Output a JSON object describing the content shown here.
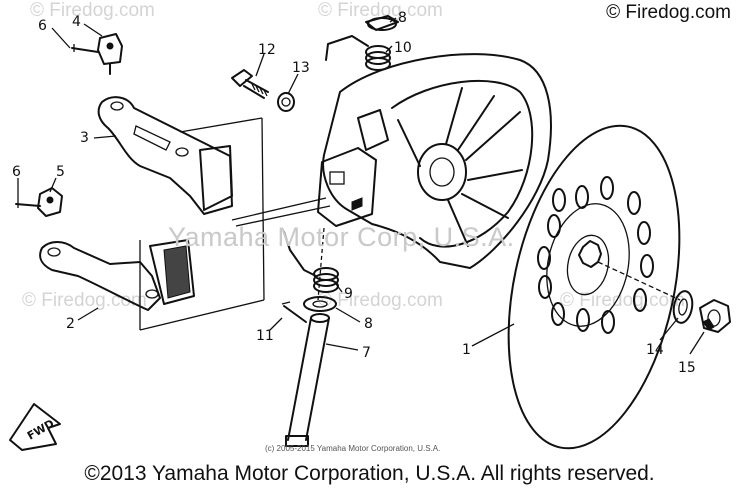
{
  "watermarks": {
    "top": "© Firedog.com",
    "top_right": "© Firedog.com",
    "left_mid": "© Firedog.com",
    "bottom_mid": "© Firedog.com",
    "right_mid": "© Firedog.com",
    "center": "Yamaha Motor Corp, U.S.A."
  },
  "brand": "© Firedog.com",
  "small_credit": "(c) 2005-2015 Yamaha Motor Corporation, U.S.A.",
  "footer": "©2013 Yamaha Motor Corporation, U.S.A. All rights reserved.",
  "callouts": {
    "c1": "1",
    "c2": "2",
    "c3": "3",
    "c4": "4",
    "c5": "5",
    "c6a": "6",
    "c6b": "6",
    "c7": "7",
    "c8a": "8",
    "c8b": "8",
    "c9": "9",
    "c10": "10",
    "c11": "11",
    "c12": "12",
    "c13": "13",
    "c14": "14",
    "c15": "15"
  },
  "fwd_label": "FWD"
}
